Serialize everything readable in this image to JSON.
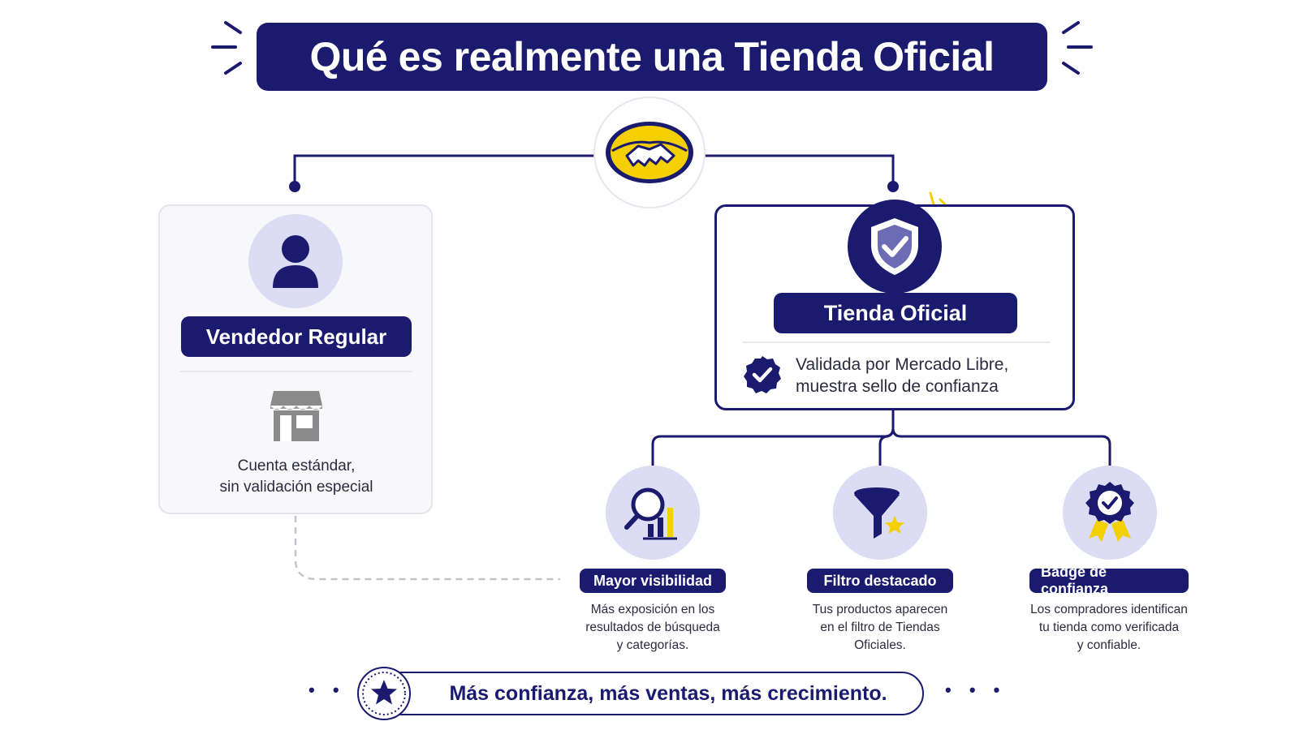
{
  "title": "Qué es realmente una Tienda Oficial",
  "colors": {
    "navy": "#1a1a6e",
    "lavender": "#dcdcf4",
    "yellow": "#f5d000",
    "grey": "#8a8a8a"
  },
  "center_logo": {
    "icon": "handshake-icon"
  },
  "regular": {
    "icon": "user-icon",
    "label": "Vendedor Regular",
    "store_icon": "storefront-icon",
    "desc_lines": [
      "Cuenta estándar,",
      "sin validación especial"
    ]
  },
  "official": {
    "icon": "shield-check-icon",
    "label": "Tienda Oficial",
    "check_icon": "check-badge-icon",
    "desc_lines": [
      "Validada por Mercado Libre,",
      "muestra sello de confianza"
    ]
  },
  "benefits": [
    {
      "icon": "search-chart-icon",
      "label": "Mayor visibilidad",
      "desc_lines": [
        "Más exposición en los",
        "resultados de búsqueda",
        "y categorías."
      ]
    },
    {
      "icon": "filter-star-icon",
      "label": "Filtro destacado",
      "desc_lines": [
        "Tus productos aparecen",
        "en el filtro de Tiendas",
        "Oficiales."
      ]
    },
    {
      "icon": "award-badge-icon",
      "label": "Badge de confianza",
      "desc_lines": [
        "Los compradores identifican",
        "tu tienda como verificada",
        "y confiable."
      ]
    }
  ],
  "footer": {
    "icon": "star-icon",
    "text": "Más confianza, más ventas, más crecimiento.",
    "dots": "• • •"
  }
}
